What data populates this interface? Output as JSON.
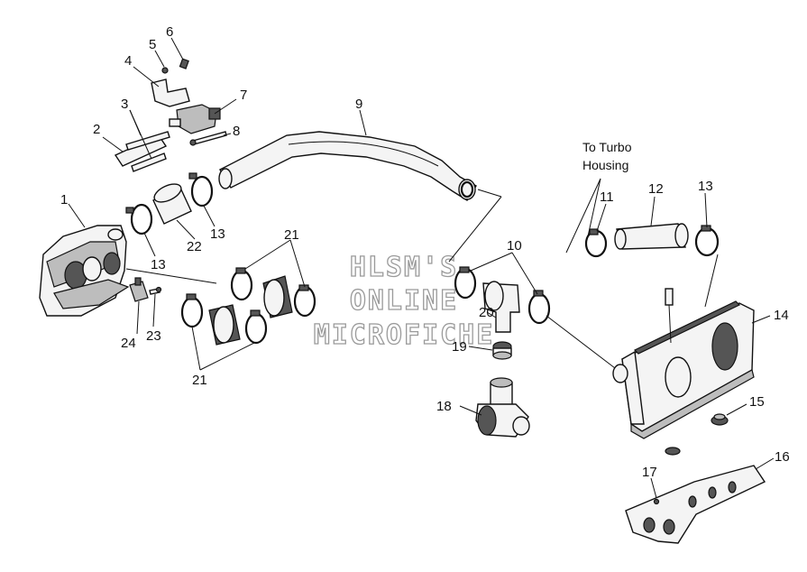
{
  "callouts": [
    {
      "id": "c1",
      "text": "1"
    },
    {
      "id": "c2",
      "text": "2"
    },
    {
      "id": "c3",
      "text": "3"
    },
    {
      "id": "c4",
      "text": "4"
    },
    {
      "id": "c5",
      "text": "5"
    },
    {
      "id": "c6",
      "text": "6"
    },
    {
      "id": "c7",
      "text": "7"
    },
    {
      "id": "c8",
      "text": "8"
    },
    {
      "id": "c9",
      "text": "9"
    },
    {
      "id": "c10",
      "text": "10"
    },
    {
      "id": "c11",
      "text": "11"
    },
    {
      "id": "c12",
      "text": "12"
    },
    {
      "id": "c13a",
      "text": "13"
    },
    {
      "id": "c13b",
      "text": "13"
    },
    {
      "id": "c13c",
      "text": "13"
    },
    {
      "id": "c14",
      "text": "14"
    },
    {
      "id": "c15",
      "text": "15"
    },
    {
      "id": "c16",
      "text": "16"
    },
    {
      "id": "c17",
      "text": "17"
    },
    {
      "id": "c18",
      "text": "18"
    },
    {
      "id": "c19",
      "text": "19"
    },
    {
      "id": "c20",
      "text": "20"
    },
    {
      "id": "c21a",
      "text": "21"
    },
    {
      "id": "c21b",
      "text": "21"
    },
    {
      "id": "c22",
      "text": "22"
    },
    {
      "id": "c23",
      "text": "23"
    },
    {
      "id": "c24",
      "text": "24"
    }
  ],
  "annotation": {
    "line1": "To Turbo",
    "line2": "Housing"
  },
  "watermark": {
    "line1": "HLSM'S",
    "line2": "ONLINE",
    "line3": "MICROFICHE"
  }
}
